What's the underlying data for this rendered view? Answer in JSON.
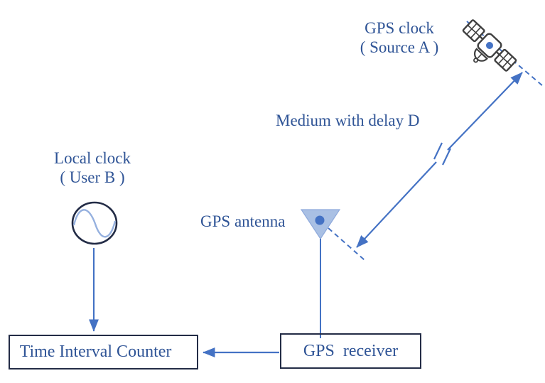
{
  "labels": {
    "gps_clock": {
      "line1": "GPS clock",
      "line2": "( Source A )"
    },
    "medium": {
      "text": "Medium with delay D"
    },
    "gps_antenna": {
      "text": "GPS antenna"
    },
    "local_clock": {
      "line1": "Local clock",
      "line2": "( User B )"
    }
  },
  "boxes": {
    "time_interval_counter": {
      "label": "Time Interval Counter"
    },
    "gps_receiver": {
      "label": "GPS  receiver"
    }
  },
  "icons": {
    "satellite": "satellite-icon",
    "local_clock": "sine-wave-clock-icon",
    "gps_antenna": "antenna-triangle-icon",
    "delay_break": "transmission-delay-break-icon"
  },
  "connections": {
    "signal_path": "double-arrow between GPS satellite and GPS antenna",
    "clock_to_counter": "arrow from local clock to Time Interval Counter",
    "receiver_to_counter": "arrow from GPS receiver to Time Interval Counter",
    "antenna_to_receiver": "line from GPS antenna to GPS receiver"
  },
  "colors": {
    "line_blue": "#4472C4",
    "text_blue": "#2F5496",
    "dark_navy": "#232C46",
    "antenna_fill": "#A9C0E4",
    "sine_blue": "#96B1DF",
    "satellite_outline": "#3F3F3F",
    "background": "#FFFFFF"
  }
}
